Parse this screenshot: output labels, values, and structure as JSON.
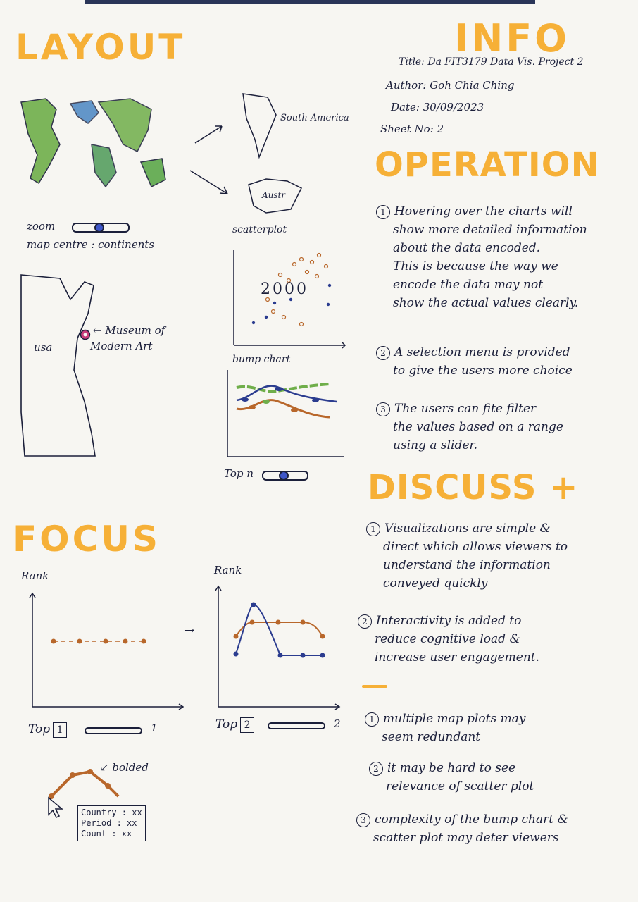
{
  "sections": {
    "layout": "LAYOUT",
    "info": "INFO",
    "operation": "OPERATION",
    "discuss": "DISCUSS +",
    "focus": "FOCUS"
  },
  "info": {
    "title": "Title: Da FIT3179 Data Vis. Project 2",
    "author": "Author: Goh Chia Ching",
    "date": "Date: 30/09/2023",
    "sheet": "Sheet No: 2"
  },
  "layout": {
    "zoom_label": "zoom",
    "map_centre_label": "map centre : continents",
    "south_america_label": "South America",
    "australia_label": "Austr",
    "scatterplot_label": "scatterplot",
    "scatter_year": "2000",
    "usa_label": "usa",
    "museum_label_1": "← Museum of",
    "museum_label_2": "Modern Art",
    "bump_chart_label": "bump chart",
    "topn_label": "Top n"
  },
  "operation": {
    "items": [
      {
        "num": "1",
        "lines": [
          "Hovering over the charts will",
          "show more detailed information",
          "about the data encoded.",
          "This is because the way we",
          "encode the data may not",
          "show the actual values clearly."
        ]
      },
      {
        "num": "2",
        "lines": [
          "A selection menu is provided",
          "to give the users more choice"
        ]
      },
      {
        "num": "3",
        "lines": [
          "The users can fite filter",
          "the values based on a range",
          "using a slider."
        ]
      }
    ]
  },
  "discuss": {
    "pros": [
      {
        "num": "1",
        "lines": [
          "Visualizations are simple &",
          "direct which allows viewers to",
          "understand the information",
          "conveyed quickly"
        ]
      },
      {
        "num": "2",
        "lines": [
          "Interactivity is added to",
          "reduce cognitive load &",
          "increase user engagement."
        ]
      }
    ],
    "cons": [
      {
        "num": "1",
        "lines": [
          "multiple map plots may",
          "seem redundant"
        ]
      },
      {
        "num": "2",
        "lines": [
          "it may be hard to see",
          "relevance of scatter plot"
        ]
      },
      {
        "num": "3",
        "lines": [
          "complexity of the bump chart &",
          "scatter plot may deter viewers"
        ]
      }
    ]
  },
  "focus": {
    "rank_label_1": "Rank",
    "rank_label_2": "Rank",
    "top_label_1": "Top",
    "top_value_1": "1",
    "slider_end_1": "1",
    "top_label_2": "Top",
    "top_value_2": "2",
    "slider_end_2": "2",
    "bolded_label": "↙ bolded",
    "tooltip": [
      "Country : xx",
      "Period : xx",
      "Count : xx"
    ]
  },
  "colors": {
    "heading": "#f6b037",
    "ink": "#1b1f3a",
    "map_green": "#6fae4a",
    "map_blue": "#3f7fc0",
    "brown": "#b8672b",
    "navy": "#2b3c8f"
  }
}
